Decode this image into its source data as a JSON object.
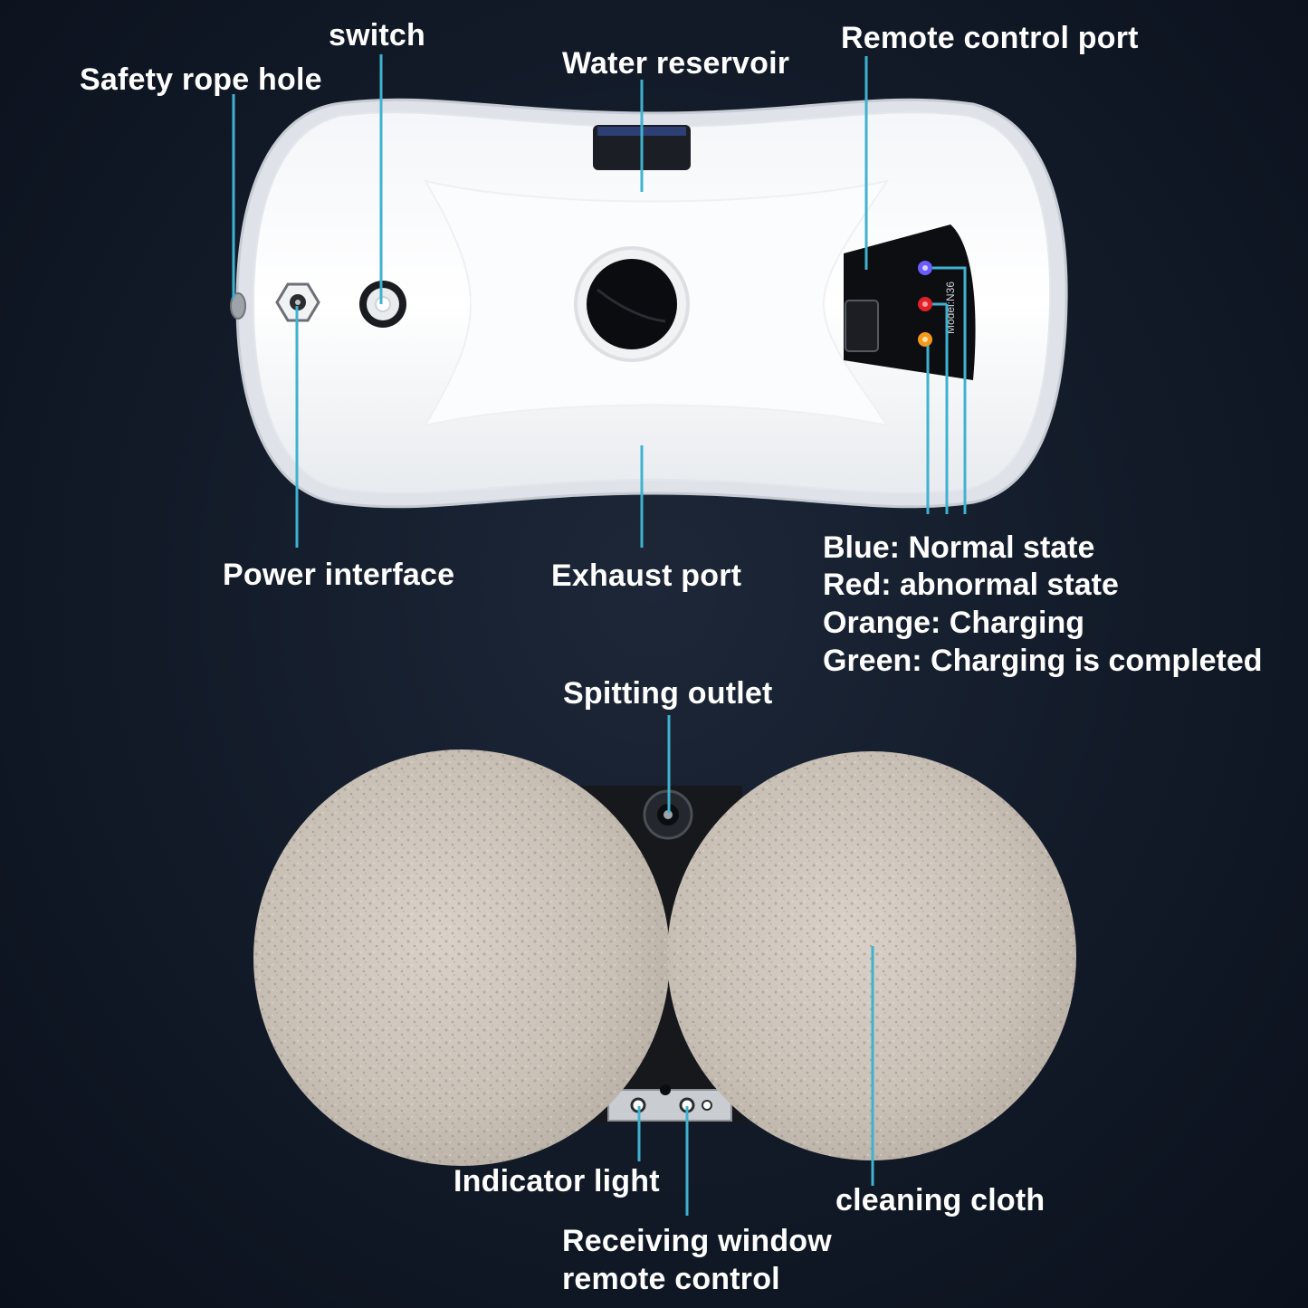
{
  "labels": {
    "switch": "switch",
    "safety_rope_hole": "Safety rope hole",
    "water_reservoir": "Water reservoir",
    "remote_control_port": "Remote control port",
    "power_interface": "Power interface",
    "exhaust_port": "Exhaust port",
    "spitting_outlet": "Spitting outlet",
    "indicator_light": "Indicator light",
    "cleaning_cloth": "cleaning cloth",
    "receiving_window_line1": "Receiving window",
    "receiving_window_line2": "remote control",
    "model_text": "Model:N36"
  },
  "legend": [
    {
      "text": "Blue: Normal state",
      "color": "#5b4dff"
    },
    {
      "text": "Red: abnormal state",
      "color": "#e0202a"
    },
    {
      "text": "Orange: Charging",
      "color": "#f39a1c"
    },
    {
      "text": "Green: Charging is completed",
      "color": "#2fbf4a"
    }
  ],
  "colors": {
    "background": "#121a28",
    "pointer_line": "#3fb2d0",
    "robot_body": "#ffffff",
    "cloth": "#cfc6bd"
  }
}
